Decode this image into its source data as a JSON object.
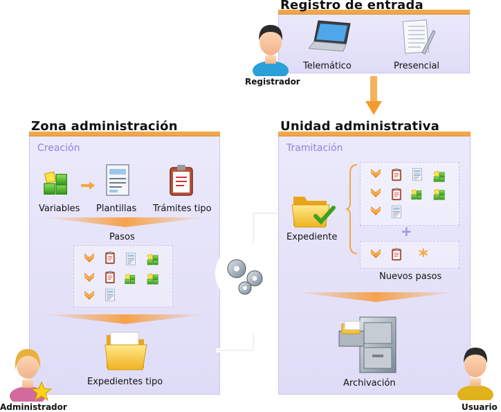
{
  "registro": {
    "title": "Registro de entrada",
    "items": [
      {
        "label": "Telemático",
        "icon": "laptop-icon"
      },
      {
        "label": "Presencial",
        "icon": "form-sheet-icon"
      }
    ],
    "role": "Registrador"
  },
  "zona": {
    "title": "Zona administración",
    "section": "Creación",
    "items": [
      {
        "label": "Variables",
        "icon": "green-cubes-icon"
      },
      {
        "label": "Plantillas",
        "icon": "template-document-icon"
      },
      {
        "label": "Trámites tipo",
        "icon": "clipboard-icon"
      }
    ],
    "pasos_label": "Pasos",
    "expedientes_label": "Expedientes tipo",
    "role": "Administrador"
  },
  "unidad": {
    "title": "Unidad administrativa",
    "section": "Tramitación",
    "expediente_label": "Expediente",
    "nuevos_pasos_label": "Nuevos pasos",
    "plus_symbol": "+",
    "archivacion_label": "Archivación",
    "role": "Usuario"
  },
  "colors": {
    "accent_bar": "#f2a64a",
    "panel_bg": "#e4e1f9",
    "section_text": "#8c86dd",
    "arrow": "#f4a640"
  }
}
